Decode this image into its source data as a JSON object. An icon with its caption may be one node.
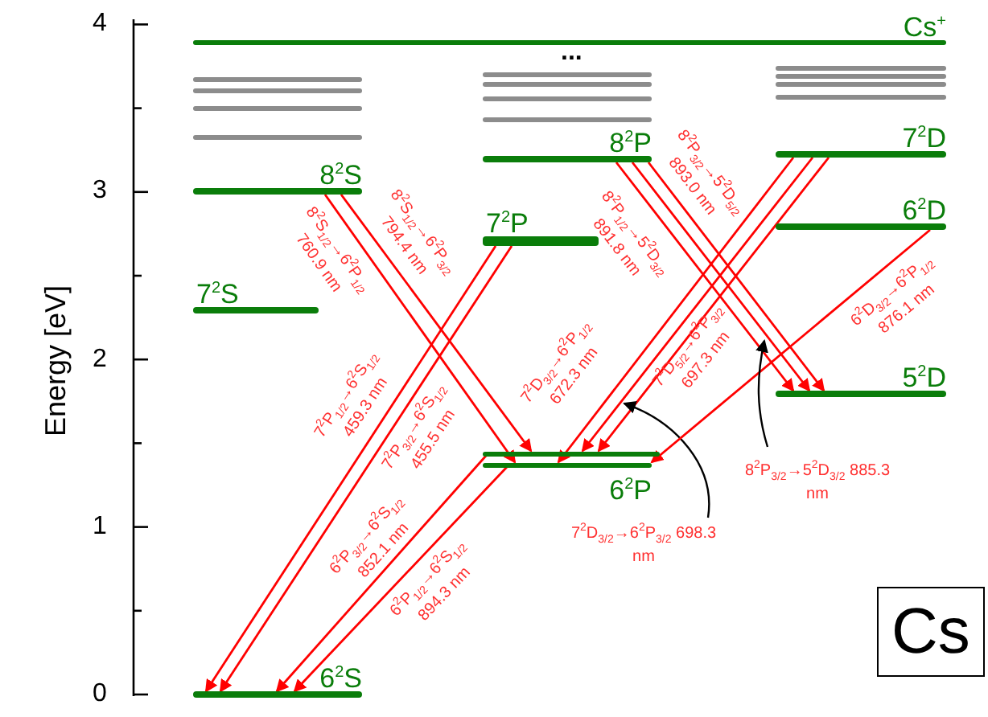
{
  "diagram": {
    "nodes": [
      {
        "text": [
          "Cs$^{+}$"
        ]
      },
      {
        "text": [],
        "shape": "bar"
      },
      {
        "text": [],
        "shape": "bar"
      },
      {
        "text": [],
        "shape": "bar"
      },
      {
        "text": [],
        "shape": "bar"
      },
      {
        "text": [
          "8$^{2}$S"
        ]
      },
      {
        "text": [
          "7$^{2}$S"
        ]
      },
      {
        "text": [
          "6$^{2}$S"
        ]
      },
      {
        "text": [],
        "shape": "bar"
      },
      {
        "text": [],
        "shape": "bar"
      },
      {
        "text": [],
        "shape": "bar"
      },
      {
        "text": [],
        "shape": "bar"
      },
      {
        "text": [
          "8$^{2}$P"
        ]
      },
      {
        "text": [
          "7$^{2}$P"
        ]
      },
      {
        "text": [],
        "shape": "bar"
      },
      {
        "text": [
          "6$^{2}$P"
        ]
      },
      {
        "text": [],
        "shape": "bar"
      },
      {
        "text": [],
        "shape": "bar"
      },
      {
        "text": [],
        "shape": "bar"
      },
      {
        "text": [],
        "shape": "bar"
      },
      {
        "text": [
          "7$^{2}$D"
        ]
      },
      {
        "text": [
          "6$^{2}$D"
        ]
      },
      {
        "text": [
          "5$^{2}$D"
        ]
      },
      {
        "text": [
          "Cs"
        ]
      }
    ],
    "edges": [
      {
        "from": 5,
        "to": 15,
        "arrow": "to",
        "label": "8$^{2}$S$_{1/2}$→6$^{2}$P$_{1/2}$ 760.9 nm"
      },
      {
        "from": 5,
        "to": 14,
        "arrow": "to",
        "label": "8$^{2}$S$_{1/2}$→6$^{2}$P$_{3/2}$ 794.4 nm"
      },
      {
        "from": 13,
        "to": 7,
        "arrow": "to",
        "label": "7$^{2}$P$_{1/2}$→6$^{2}$S$_{1/2}$ 459.3 nm"
      },
      {
        "from": 13,
        "to": 7,
        "arrow": "to",
        "label": "7$^{2}$P$_{3/2}$→6$^{2}$S$_{1/2}$ 455.5 nm"
      },
      {
        "from": 14,
        "to": 7,
        "arrow": "to",
        "label": "6$^{2}$P$_{3/2}$→6$^{2}$S$_{1/2}$ 852.1 nm"
      },
      {
        "from": 15,
        "to": 7,
        "arrow": "to",
        "label": "6$^{2}$P$_{1/2}$→6$^{2}$S$_{1/2}$ 894.3 nm"
      },
      {
        "from": 20,
        "to": 15,
        "arrow": "to",
        "label": "7$^{2}$D$_{3/2}$→6$^{2}$P$_{1/2}$ 672.3 nm"
      },
      {
        "from": 20,
        "to": 14,
        "arrow": "to",
        "label": "7$^{2}$D$_{5/2}$→6$^{2}$P$_{3/2}$ 697.3 nm"
      },
      {
        "from": 20,
        "to": 14,
        "arrow": "to",
        "label": "7$^{2}$D$_{3/2}$→6$^{2}$P$_{3/2}$ 698.3 nm"
      },
      {
        "from": 21,
        "to": 15,
        "arrow": "to",
        "label": "6$^{2}$D$_{3/2}$→6$^{2}$P$_{1/2}$ 876.1 nm"
      },
      {
        "from": 12,
        "to": 22,
        "arrow": "to",
        "label": "8$^{2}$P$_{1/2}$→5$^{2}$D$_{3/2}$ 891.8 nm"
      },
      {
        "from": 12,
        "to": 22,
        "arrow": "to",
        "label": "8$^{2}$P$_{3/2}$→5$^{2}$D$_{5/2}$ 893.0 nm"
      },
      {
        "from": 12,
        "to": 22,
        "arrow": "to",
        "label": "8$^{2}$P$_{3/2}$→5$^{2}$D$_{3/2}$ 885.3 nm"
      }
    ],
    "labels": [
      "4",
      "...",
      "3",
      "Energy [eV]",
      "2",
      "1",
      "0"
    ]
  }
}
